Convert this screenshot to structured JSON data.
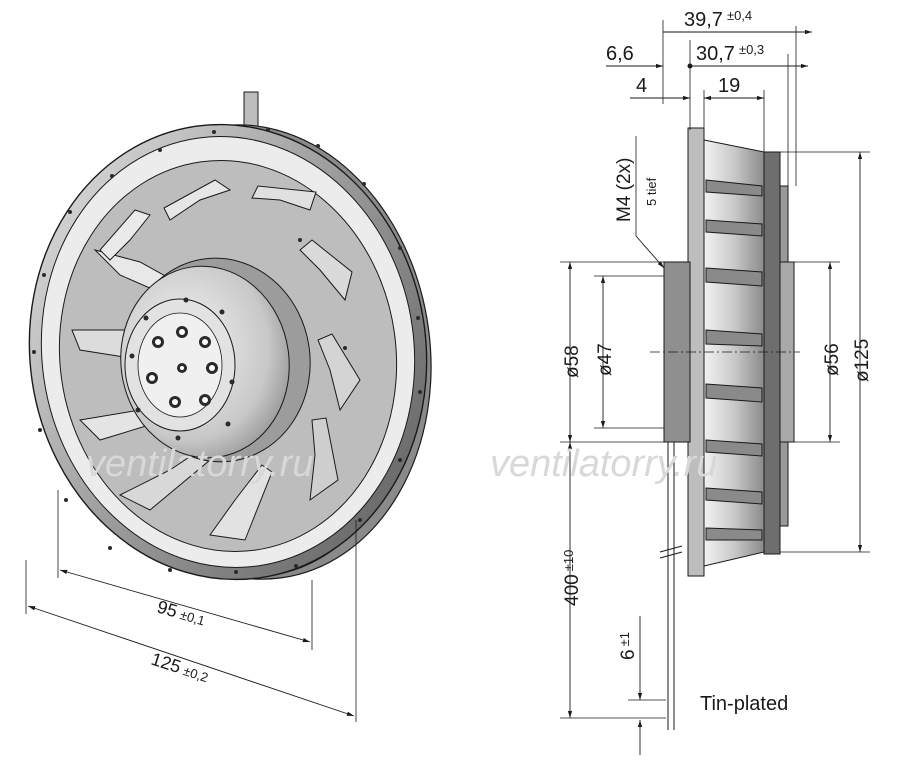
{
  "watermark": "ventilatorry.ru",
  "dimensions": {
    "overall_depth": {
      "value": "39,7",
      "tol": "±0,4"
    },
    "flange_offset": {
      "value": "6,6"
    },
    "body_depth": {
      "value": "30,7",
      "tol": "±0,3"
    },
    "flange_thickness": {
      "value": "4"
    },
    "hub_depth": {
      "value": "19"
    },
    "thread": {
      "value": "M4 (2x)",
      "note": "5 tief"
    },
    "d58": "ø58",
    "d47": "ø47",
    "d56": "ø56",
    "d125": "ø125",
    "cable_length": {
      "value": "400",
      "tol": "±10"
    },
    "strip_length": {
      "value": "6",
      "tol": "±1"
    },
    "inner_diameter_3d": {
      "value": "95",
      "tol": "±0,1"
    },
    "outer_diameter_3d": {
      "value": "125",
      "tol": "±0,2"
    }
  },
  "labels": {
    "tin_plated": "Tin-plated"
  },
  "colors": {
    "line": "#1a1a1a",
    "fan_light": "#d9d9d9",
    "fan_mid": "#a8a8a8",
    "fan_dark": "#6e6e6e",
    "watermark": "#d8d8d8"
  }
}
